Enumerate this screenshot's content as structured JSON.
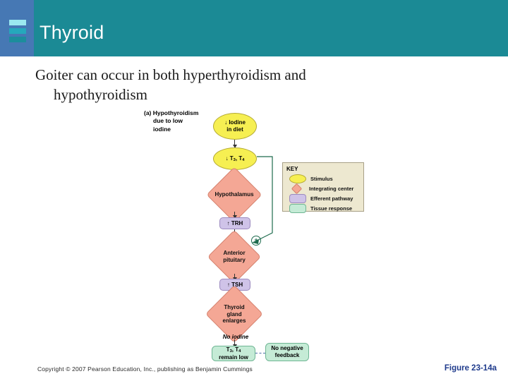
{
  "slide": {
    "header": {
      "title": "Thyroid",
      "icon_name": "stacked-bars-icon",
      "banner_color": "#1B8A95",
      "icon_box_color": "#4678B4"
    },
    "body": {
      "line1": "Goiter can occur in both hyperthyroidism and",
      "line2": "hypothyroidism"
    },
    "footer": {
      "copyright": "Copyright © 2007 Pearson Education, Inc., publishing as Benjamin Cummings",
      "figure_number": "Figure 23-14a",
      "figure_number_color": "#1F3B8C"
    }
  },
  "figure": {
    "panel_label": {
      "line1": "(a) Hypothyroidism",
      "line2": "due to low",
      "line3": "iodine"
    },
    "nodes": [
      {
        "id": "iodine-in-diet",
        "label_line1": "↓ Iodine",
        "label_line2": "in diet",
        "shape": "oval",
        "color": "#F6EF52",
        "type": "Stimulus"
      },
      {
        "id": "t3-t4-low",
        "label_line1": "↓ T3, T4",
        "label_line2": "",
        "shape": "oval",
        "color": "#F6EF52",
        "type": "Stimulus"
      },
      {
        "id": "hypothalamus",
        "label_line1": "Hypothalamus",
        "label_line2": "",
        "shape": "diamond",
        "color": "#F4A795",
        "type": "Integrating center"
      },
      {
        "id": "trh",
        "label_line1": "↑ TRH",
        "label_line2": "",
        "shape": "rounded",
        "color": "#CFC3E8",
        "type": "Efferent pathway"
      },
      {
        "id": "anterior-pituitary",
        "label_line1": "Anterior",
        "label_line2": "pituitary",
        "shape": "diamond",
        "color": "#F4A795",
        "type": "Integrating center"
      },
      {
        "id": "tsh",
        "label_line1": "↑ TSH",
        "label_line2": "",
        "shape": "rounded",
        "color": "#CFC3E8",
        "type": "Efferent pathway"
      },
      {
        "id": "thyroid-gland",
        "label_line1": "Thyroid",
        "label_line2": "gland",
        "label_line3": "enlarges",
        "shape": "diamond",
        "color": "#F4A795",
        "type": "Integrating center"
      },
      {
        "id": "t3-t4-remain-low",
        "label_line1": "T3, T4",
        "label_line2": "remain low",
        "shape": "rounded",
        "color": "#C5EBD6",
        "type": "Tissue response"
      },
      {
        "id": "no-negative-feedback",
        "label_line1": "No negative",
        "label_line2": "feedback",
        "shape": "rounded",
        "color": "#C5EBD6",
        "type": "Tissue response"
      }
    ],
    "annotations": {
      "no_iodine": "No iodine",
      "plus_sign": "+",
      "feedback_path_color": "#1E6B4E"
    },
    "key": {
      "title": "KEY",
      "items": [
        {
          "label": "Stimulus",
          "swatch": "oval-yellow",
          "color": "#F6EF52"
        },
        {
          "label": "Integrating center",
          "swatch": "diamond-salmon",
          "color": "#F4A795"
        },
        {
          "label": "Efferent pathway",
          "swatch": "rounded-purple",
          "color": "#CFC3E8"
        },
        {
          "label": "Tissue response",
          "swatch": "rounded-green",
          "color": "#C5EBD6"
        }
      ]
    }
  }
}
